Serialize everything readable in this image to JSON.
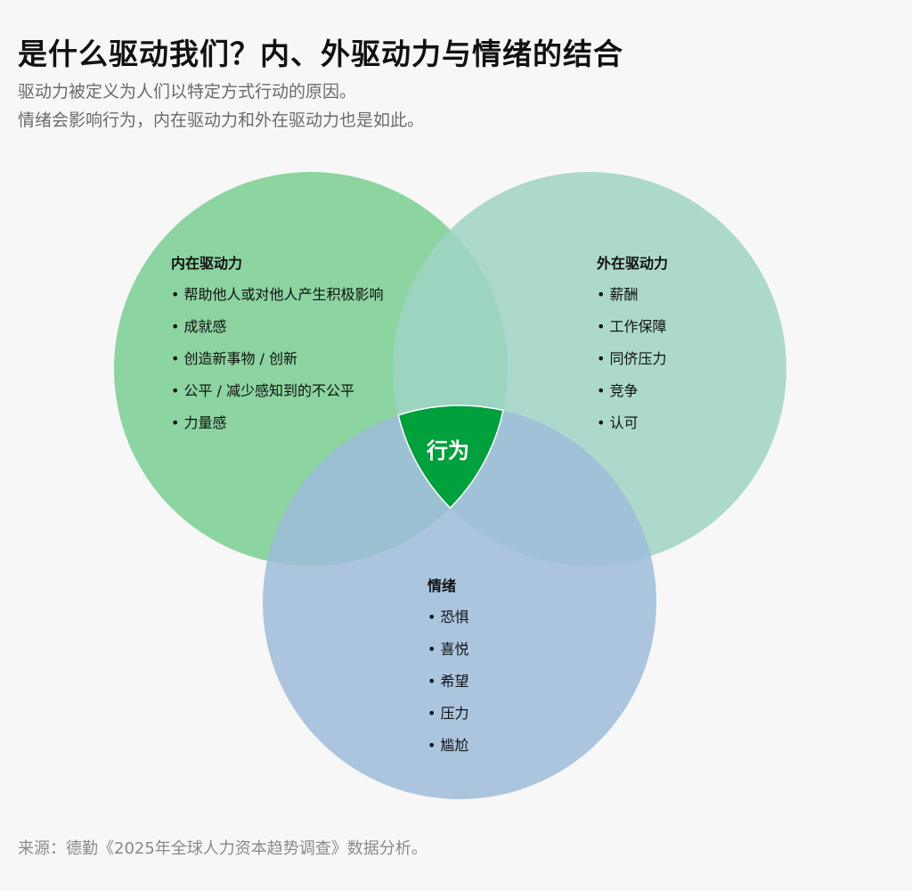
{
  "header": {
    "title": "是什么驱动我们？内、外驱动力与情绪的结合",
    "subtitle_line1": "驱动力被定义为人们以特定方式行动的原因。",
    "subtitle_line2": "情绪会影响行为，内在驱动力和外在驱动力也是如此。"
  },
  "diagram": {
    "colors": {
      "intrinsic": "#7fcf96",
      "extrinsic": "#9fd3c4",
      "emotion": "#9dbcd9",
      "center": "#00a03c"
    },
    "center_label": "行为",
    "groups": {
      "intrinsic": {
        "title": "内在驱动力",
        "items": [
          "帮助他人或对他人产生积极影响",
          "成就感",
          "创造新事物 / 创新",
          "公平 / 减少感知到的不公平",
          "力量感"
        ]
      },
      "extrinsic": {
        "title": "外在驱动力",
        "items": [
          "薪酬",
          "工作保障",
          "同侪压力",
          "竞争",
          "认可"
        ]
      },
      "emotion": {
        "title": "情绪",
        "items": [
          "恐惧",
          "喜悦",
          "希望",
          "压力",
          "尴尬"
        ]
      }
    }
  },
  "footer": {
    "source": "来源：德勤《2025年全球人力资本趋势调查》数据分析。"
  }
}
